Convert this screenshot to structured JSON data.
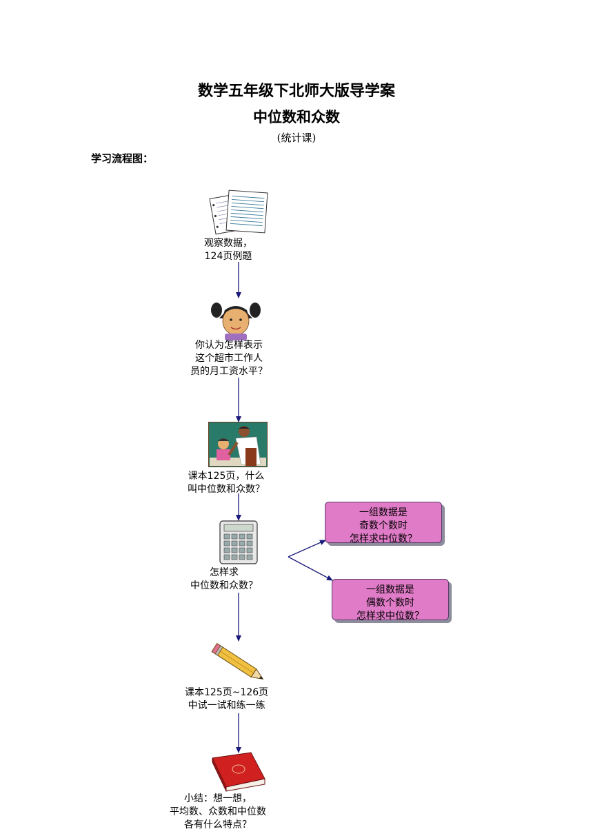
{
  "header": {
    "title": "数学五年级下北师大版导学案",
    "subtitle": "中位数和众数",
    "note": "(统计课)",
    "section": "学习流程图："
  },
  "steps": [
    {
      "icon": "papers-icon",
      "lines": [
        "观察数据，",
        "124页例题"
      ]
    },
    {
      "icon": "girl-icon",
      "lines": [
        "你认为怎样表示",
        "这个超市工作人",
        "员的月工资水平？"
      ]
    },
    {
      "icon": "teacher-student-icon",
      "lines": [
        "课本125页，什么",
        "叫中位数和众数？"
      ]
    },
    {
      "icon": "calculator-icon",
      "lines": [
        "怎样求",
        "中位数和众数？"
      ]
    },
    {
      "icon": "pencil-icon",
      "lines": [
        "课本125页~126页",
        "中试一试和练一练"
      ]
    },
    {
      "icon": "book-icon",
      "lines": [
        "小结：想一想，",
        "平均数、众数和中位数",
        "各有什么特点？"
      ]
    }
  ],
  "branches": [
    {
      "lines": [
        "一组数据是",
        "奇数个数时",
        "怎样求中位数？"
      ]
    },
    {
      "lines": [
        "一组数据是",
        "偶数个数时",
        "怎样求中位数？"
      ]
    }
  ],
  "colors": {
    "arrow": "#1a1a7a",
    "box_fill": "#e07bc7"
  }
}
